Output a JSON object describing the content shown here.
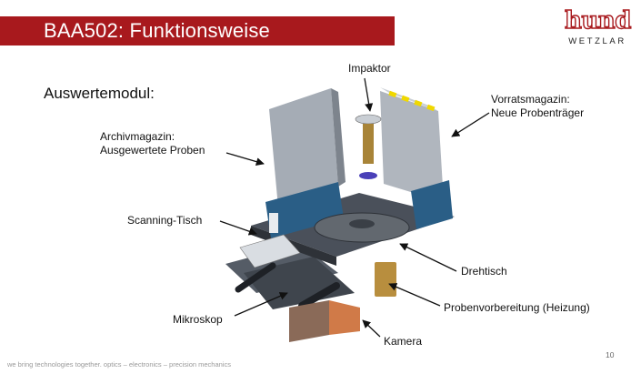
{
  "header": {
    "title": "BAA502: Funktionsweise"
  },
  "logo": {
    "brand": "hund",
    "subline": "WETZLAR",
    "brand_color": "#a8191d"
  },
  "section": {
    "heading": "Auswertemodul:"
  },
  "callouts": {
    "impaktor": "Impaktor",
    "vorrat_line1": "Vorratsmagazin:",
    "vorrat_line2": "Neue Probenträger",
    "archiv_line1": "Archivmagazin:",
    "archiv_line2": "Ausgewertete Proben",
    "scanning": "Scanning-Tisch",
    "drehtisch": "Drehtisch",
    "probenvorbereitung": "Probenvorbereitung (Heizung)",
    "mikroskop": "Mikroskop",
    "kamera": "Kamera"
  },
  "footer": {
    "tagline": "we bring technologies together. optics – electronics – precision mechanics",
    "page_number": "10"
  }
}
